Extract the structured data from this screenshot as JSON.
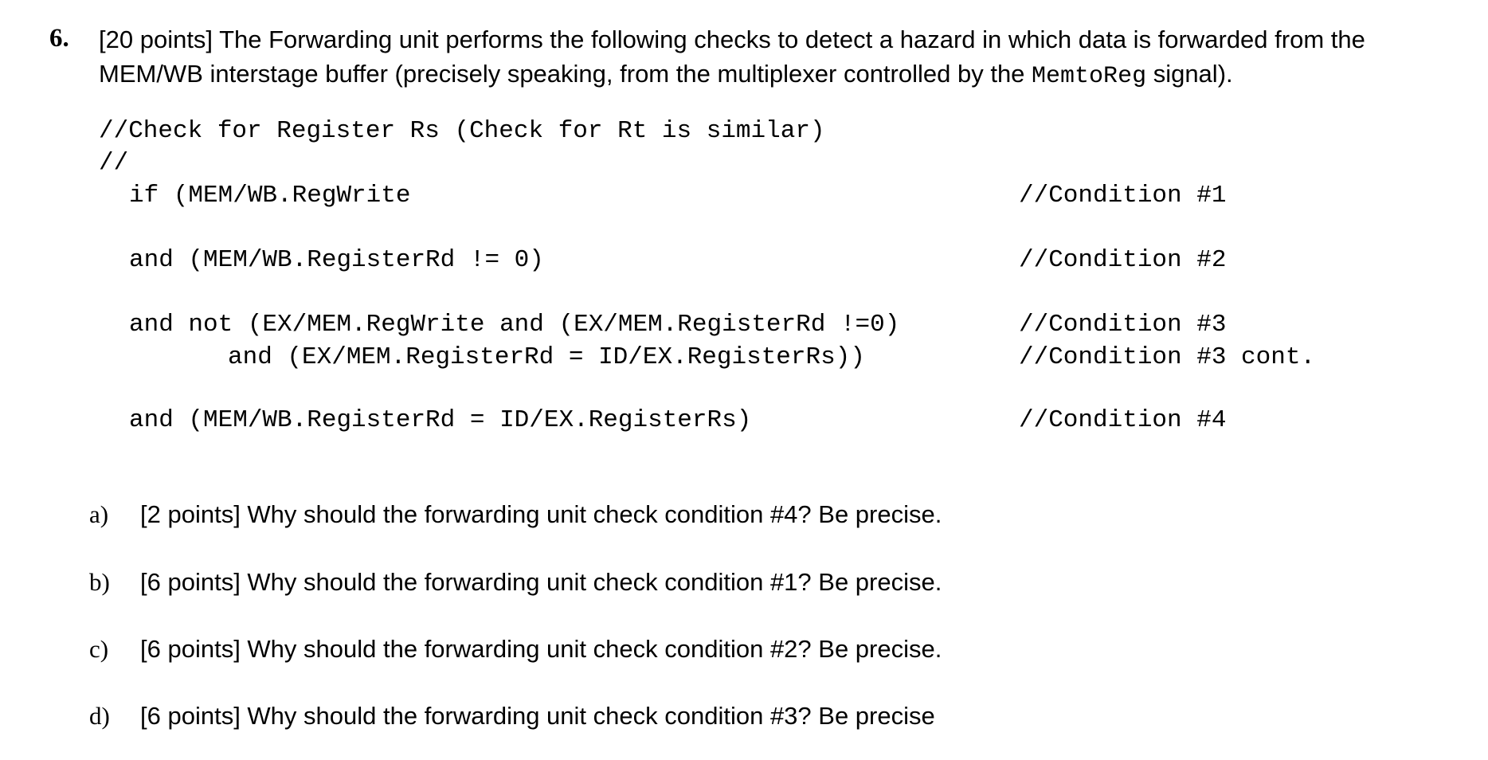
{
  "question": {
    "number": "6.",
    "intro_part1": "[20 points] The Forwarding unit performs the following checks to detect a hazard in which data is forwarded from the MEM/WB interstage buffer (precisely speaking, from the multiplexer controlled by the ",
    "intro_code": "MemtoReg",
    "intro_part2": " signal)."
  },
  "code": {
    "header1": "//Check for Register Rs (Check for Rt is similar)",
    "header2": "//",
    "line1": "if (MEM/WB.RegWrite",
    "comment1": "//Condition #1",
    "line2": "and (MEM/WB.RegisterRd != 0)",
    "comment2": "//Condition #2",
    "line3a": "and not (EX/MEM.RegWrite and (EX/MEM.RegisterRd !=0)",
    "comment3a": "//Condition #3",
    "line3b": "and (EX/MEM.RegisterRd = ID/EX.RegisterRs))",
    "comment3b": "//Condition #3 cont.",
    "line4": "and (MEM/WB.RegisterRd = ID/EX.RegisterRs)",
    "comment4": "//Condition #4"
  },
  "subquestions": [
    {
      "letter": "a)",
      "text": "[2 points] Why should the forwarding unit check condition #4? Be precise."
    },
    {
      "letter": "b)",
      "text": "[6 points] Why should the forwarding unit check condition #1? Be precise."
    },
    {
      "letter": "c)",
      "text": "[6 points] Why should the forwarding unit check condition #2? Be precise."
    },
    {
      "letter": "d)",
      "text": "[6 points] Why should the forwarding unit check condition #3? Be precise"
    }
  ]
}
